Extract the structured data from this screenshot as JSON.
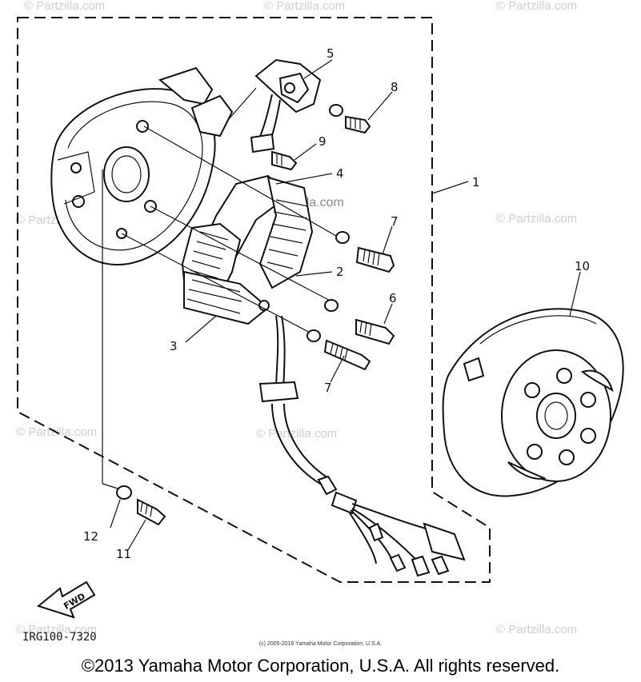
{
  "watermark": "© Partzilla.com",
  "diagram_code": "IRG100-7320",
  "small_copyright": "(c) 2005-2016 Yamaha Motor Corporation, U.S.A.",
  "copyright": "©2013 Yamaha Motor Corporation, U.S.A. All rights reserved.",
  "fwd_label": "FWD",
  "callouts": [
    "1",
    "2",
    "3",
    "4",
    "5",
    "6",
    "7",
    "7",
    "8",
    "9",
    "10",
    "11",
    "12"
  ]
}
